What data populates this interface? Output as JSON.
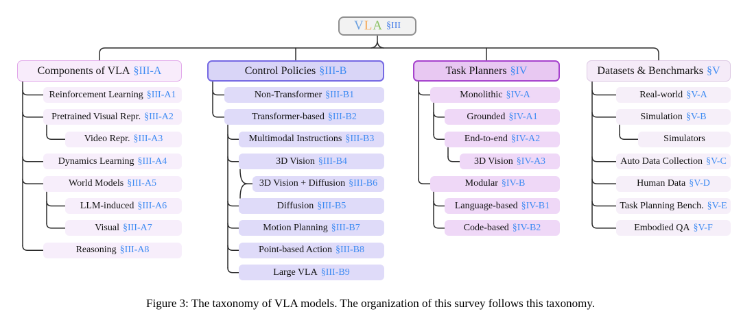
{
  "figure": {
    "caption": "Figure 3: The taxonomy of VLA models. The organization of this survey follows this taxonomy."
  },
  "root": {
    "letters": [
      "V",
      "L",
      "A"
    ],
    "ref": "§III"
  },
  "colors": {
    "vla_letter_colors": [
      "#6ea2e0",
      "#f5a54f",
      "#8bc162"
    ],
    "root_ref_blue": "#4079e8",
    "ref_blue": "#3e8bf2",
    "line": "#2a2a2a",
    "columns": [
      {
        "header_bg": "#f8ecfb",
        "header_border": "#e2a9ea",
        "item_bg": "#f7eefb"
      },
      {
        "header_bg": "#d9d5f7",
        "header_border": "#7569e3",
        "item_bg": "#dfdbf9"
      },
      {
        "header_bg": "#e8c8f2",
        "header_border": "#a643cd",
        "item_bg": "#efd8f7"
      },
      {
        "header_bg": "#f5ebf8",
        "header_border": "#ddc9e4",
        "item_bg": "#f6eff9"
      }
    ]
  },
  "columns": [
    {
      "id": "components-of-vla",
      "header": {
        "label": "Components of VLA",
        "ref": "§III-A"
      },
      "items": [
        {
          "label": "Reinforcement Learning",
          "ref": "§III-A1",
          "level": 1
        },
        {
          "label": "Pretrained Visual Repr.",
          "ref": "§III-A2",
          "level": 1
        },
        {
          "label": "Video Repr.",
          "ref": "§III-A3",
          "level": 2
        },
        {
          "label": "Dynamics Learning",
          "ref": "§III-A4",
          "level": 1
        },
        {
          "label": "World Models",
          "ref": "§III-A5",
          "level": 1
        },
        {
          "label": "LLM-induced",
          "ref": "§III-A6",
          "level": 2
        },
        {
          "label": "Visual",
          "ref": "§III-A7",
          "level": 2
        },
        {
          "label": "Reasoning",
          "ref": "§III-A8",
          "level": 1
        }
      ]
    },
    {
      "id": "control-policies",
      "header": {
        "label": "Control Policies",
        "ref": "§III-B"
      },
      "items": [
        {
          "label": "Non-Transformer",
          "ref": "§III-B1",
          "level": 1
        },
        {
          "label": "Transformer-based",
          "ref": "§III-B2",
          "level": 1
        },
        {
          "label": "Multimodal Instructions",
          "ref": "§III-B3",
          "level": 2
        },
        {
          "label": "3D Vision",
          "ref": "§III-B4",
          "level": 2
        },
        {
          "label": "3D Vision + Diffusion",
          "ref": "§III-B6",
          "level": 3,
          "merge": true
        },
        {
          "label": "Diffusion",
          "ref": "§III-B5",
          "level": 2
        },
        {
          "label": "Motion Planning",
          "ref": "§III-B7",
          "level": 2
        },
        {
          "label": "Point-based Action",
          "ref": "§III-B8",
          "level": 2
        },
        {
          "label": "Large VLA",
          "ref": "§III-B9",
          "level": 2
        }
      ]
    },
    {
      "id": "task-planners",
      "header": {
        "label": "Task Planners",
        "ref": "§IV"
      },
      "items": [
        {
          "label": "Monolithic",
          "ref": "§IV-A",
          "level": 1
        },
        {
          "label": "Grounded",
          "ref": "§IV-A1",
          "level": 2
        },
        {
          "label": "End-to-end",
          "ref": "§IV-A2",
          "level": 2
        },
        {
          "label": "3D Vision",
          "ref": "§IV-A3",
          "level": 3
        },
        {
          "label": "Modular",
          "ref": "§IV-B",
          "level": 1
        },
        {
          "label": "Language-based",
          "ref": "§IV-B1",
          "level": 2
        },
        {
          "label": "Code-based",
          "ref": "§IV-B2",
          "level": 2
        }
      ]
    },
    {
      "id": "datasets-benchmarks",
      "header": {
        "label": "Datasets & Benchmarks",
        "ref": "§V"
      },
      "items": [
        {
          "label": "Real-world",
          "ref": "§V-A",
          "level": 1
        },
        {
          "label": "Simulation",
          "ref": "§V-B",
          "level": 1
        },
        {
          "label": "Simulators",
          "ref": "",
          "level": 2
        },
        {
          "label": "Auto Data Collection",
          "ref": "§V-C",
          "level": 1
        },
        {
          "label": "Human Data",
          "ref": "§V-D",
          "level": 1
        },
        {
          "label": "Task Planning Bench.",
          "ref": "§V-E",
          "level": 1
        },
        {
          "label": "Embodied QA",
          "ref": "§V-F",
          "level": 1
        }
      ]
    }
  ]
}
